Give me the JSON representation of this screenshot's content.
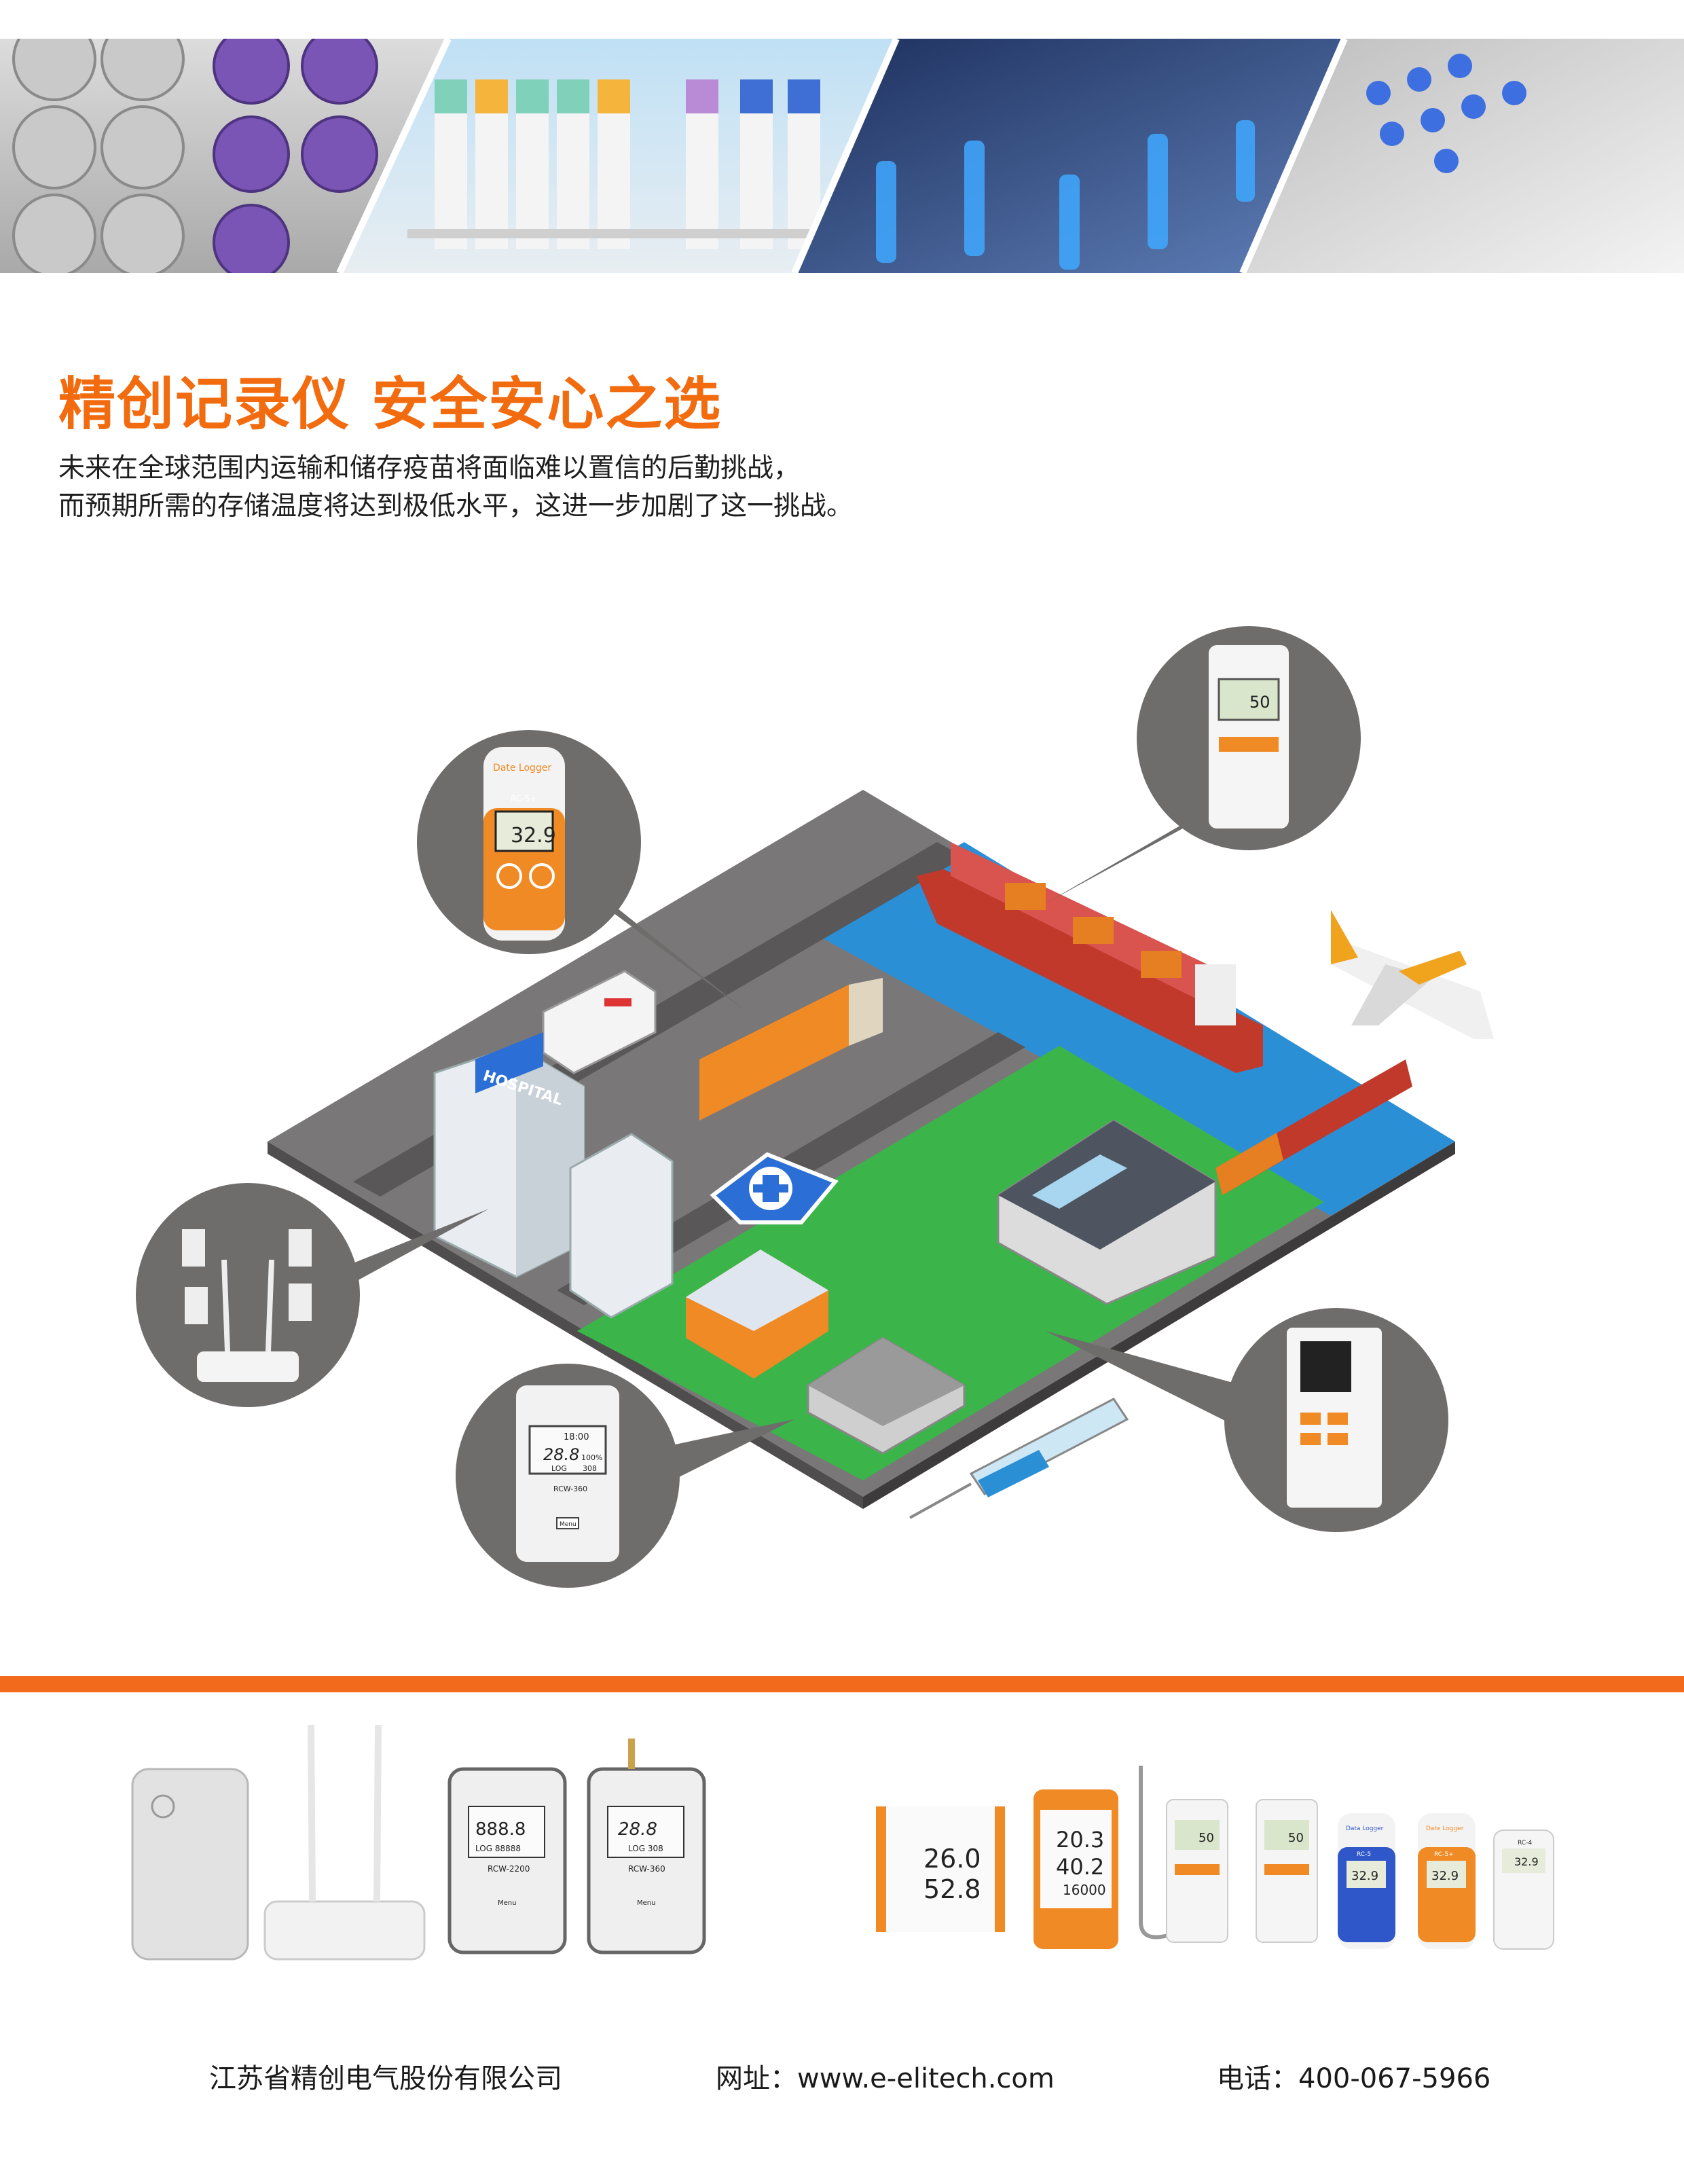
{
  "heading": "精创记录仪 安全安心之选",
  "paragraph": [
    "未来在全球范围内运输和储存疫苗将面临难以置信的后勤挑战，",
    "而预期所需的存储温度将达到极低水平，这进一步加剧了这一挑战。"
  ],
  "illustration": {
    "hospital_sign": "HOSPITAL",
    "callout_date_logger": {
      "label": "Date Logger",
      "model": "RC-5+",
      "reading": "32.9"
    },
    "callout_ship_logger": {
      "reading": "50"
    },
    "callout_rcw": {
      "time": "18:00",
      "reading": "28.8",
      "humidity": "100%",
      "log_label": "LOG",
      "log_value": "308",
      "model": "RCW-360",
      "button": "Menu"
    },
    "callout_wall": {}
  },
  "products": {
    "rcw2200": {
      "reading": "888.8",
      "log": "LOG 88888",
      "model": "RCW-2200",
      "button": "Menu"
    },
    "rcw360": {
      "reading": "28.8",
      "log": "LOG 308",
      "model": "RCW-360",
      "button": "Menu"
    },
    "big_display": {
      "r1": "26.0",
      "r2": "52.8"
    },
    "orange_display": {
      "r1": "20.3",
      "r2": "40.2",
      "r3": "16000"
    },
    "probe_logger": {
      "reading": "50"
    },
    "tlog": {
      "reading": "50"
    },
    "rc5": {
      "label": "Data Logger",
      "model": "RC-5",
      "reading": "32.9"
    },
    "rc5plus": {
      "label": "Date Logger",
      "model": "RC-5+",
      "reading": "32.9"
    },
    "rc4": {
      "model": "RC-4",
      "reading": "32.9"
    }
  },
  "footer": {
    "company": "江苏省精创电气股份有限公司",
    "website": "网址：www.e-elitech.com",
    "phone": "电话：400-067-5966"
  },
  "colors": {
    "accent": "#f26b0f",
    "callout": "#6f6c6c",
    "grass": "#3bb54a",
    "water": "#2b8fd6"
  }
}
